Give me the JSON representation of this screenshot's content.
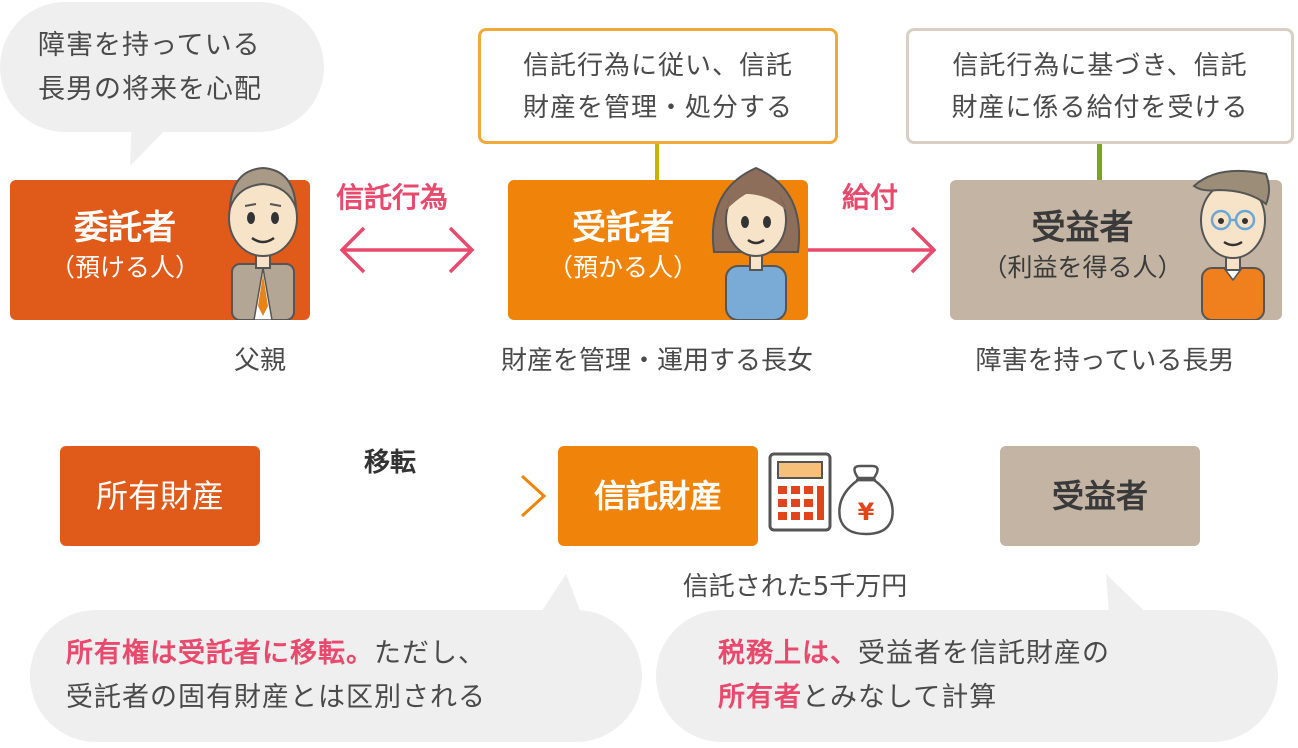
{
  "settlor": {
    "thought_line1": "障害を持っている",
    "thought_line2": "長男の将来を心配",
    "title": "委託者",
    "sub": "（預ける人）",
    "caption": "父親"
  },
  "trustee": {
    "note_line1": "信託行為に従い、信託",
    "note_line2": "財産を管理・処分する",
    "title": "受託者",
    "sub": "（預かる人）",
    "caption": "財産を管理・運用する長女"
  },
  "beneficiary": {
    "note_line1": "信託行為に基づき、信託",
    "note_line2": "財産に係る給付を受ける",
    "title": "受益者",
    "sub": "（利益を得る人）",
    "caption": "障害を持っている長男"
  },
  "arrows": {
    "trust_act": "信託行為",
    "benefit": "給付",
    "transfer": "移転"
  },
  "bottom": {
    "own_property": "所有財産",
    "trust_property": "信託財産",
    "beneficiary": "受益者",
    "trust_amount": "信託された5千万円",
    "yen_symbol": "¥"
  },
  "bubble_left": {
    "highlight": "所有権は受託者に移転。",
    "rest1": "ただし、",
    "line2": "受託者の固有財産とは区別される"
  },
  "bubble_right": {
    "highlight1": "税務上は、",
    "rest1": "受益者を信託財産の",
    "highlight2": "所有者",
    "rest2": "とみなして計算"
  },
  "colors": {
    "settlor": "#e05a1a",
    "trustee": "#f0840a",
    "beneficiary": "#c3b4a3",
    "accent": "#e84a6e"
  }
}
